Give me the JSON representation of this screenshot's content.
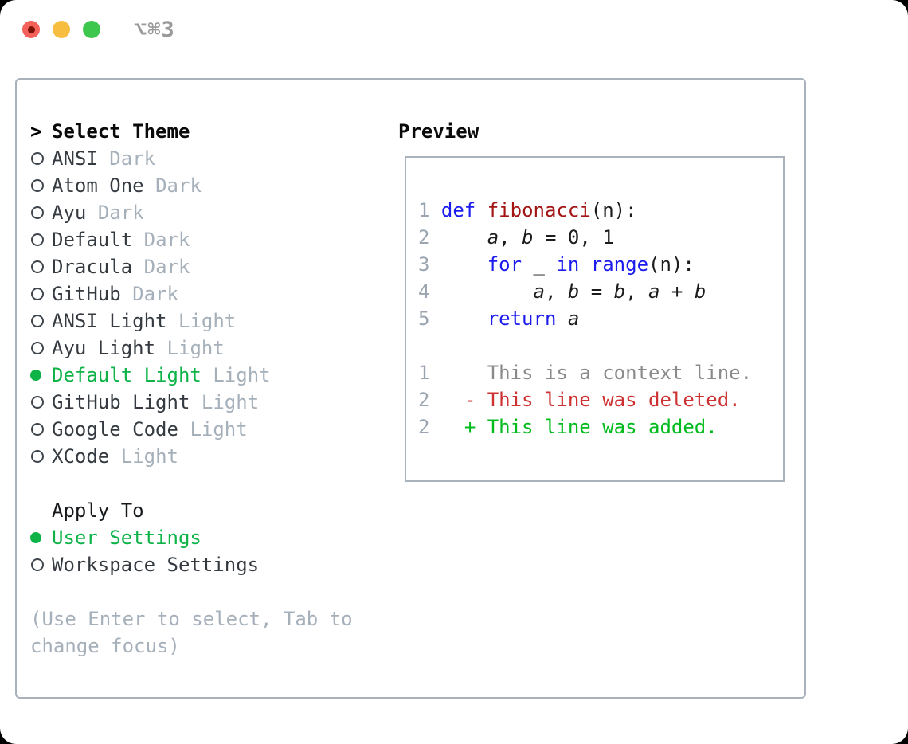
{
  "window": {
    "titlebar": {
      "shortcut": "⌥⌘3"
    }
  },
  "theme_list": {
    "cursor": ">",
    "header": "Select Theme",
    "items": [
      {
        "name": "ANSI",
        "tag": "Dark",
        "selected": false
      },
      {
        "name": "Atom One",
        "tag": "Dark",
        "selected": false
      },
      {
        "name": "Ayu",
        "tag": "Dark",
        "selected": false
      },
      {
        "name": "Default",
        "tag": "Dark",
        "selected": false
      },
      {
        "name": "Dracula",
        "tag": "Dark",
        "selected": false
      },
      {
        "name": "GitHub",
        "tag": "Dark",
        "selected": false
      },
      {
        "name": "ANSI Light",
        "tag": "Light",
        "selected": false
      },
      {
        "name": "Ayu Light",
        "tag": "Light",
        "selected": false
      },
      {
        "name": "Default Light",
        "tag": "Light",
        "selected": true
      },
      {
        "name": "GitHub Light",
        "tag": "Light",
        "selected": false
      },
      {
        "name": "Google Code",
        "tag": "Light",
        "selected": false
      },
      {
        "name": "XCode",
        "tag": "Light",
        "selected": false
      }
    ]
  },
  "apply_to": {
    "header": "Apply To",
    "options": [
      {
        "name": "User Settings",
        "selected": true
      },
      {
        "name": "Workspace Settings",
        "selected": false
      }
    ]
  },
  "hint": {
    "line1": "(Use Enter to select, Tab to",
    "line2": "change focus)"
  },
  "preview": {
    "title": "Preview",
    "lines": [
      [],
      [
        [
          "ln",
          "1 "
        ],
        [
          "kw",
          "def"
        ],
        [
          "pl",
          " "
        ],
        [
          "fn",
          "fibonacci"
        ],
        [
          "pl",
          "(n):"
        ]
      ],
      [
        [
          "ln",
          "2 "
        ],
        [
          "pl",
          "    "
        ],
        [
          "var",
          "a"
        ],
        [
          "pl",
          ", "
        ],
        [
          "var",
          "b"
        ],
        [
          "pl",
          " = 0, 1"
        ]
      ],
      [
        [
          "ln",
          "3 "
        ],
        [
          "pl",
          "    "
        ],
        [
          "kw",
          "for"
        ],
        [
          "pl",
          " _ "
        ],
        [
          "kw",
          "in"
        ],
        [
          "pl",
          " "
        ],
        [
          "kw",
          "range"
        ],
        [
          "pl",
          "(n):"
        ]
      ],
      [
        [
          "ln",
          "4 "
        ],
        [
          "pl",
          "        "
        ],
        [
          "var",
          "a"
        ],
        [
          "pl",
          ", "
        ],
        [
          "var",
          "b"
        ],
        [
          "pl",
          " = "
        ],
        [
          "var",
          "b"
        ],
        [
          "pl",
          ", "
        ],
        [
          "var",
          "a"
        ],
        [
          "pl",
          " + "
        ],
        [
          "var",
          "b"
        ]
      ],
      [
        [
          "ln",
          "5 "
        ],
        [
          "pl",
          "    "
        ],
        [
          "kw",
          "return"
        ],
        [
          "pl",
          " "
        ],
        [
          "var",
          "a"
        ]
      ],
      [],
      [
        [
          "ln",
          "1 "
        ],
        [
          "ctx",
          "    This is a context line."
        ]
      ],
      [
        [
          "ln",
          "2 "
        ],
        [
          "pl",
          "  "
        ],
        [
          "del",
          "- This line was deleted."
        ]
      ],
      [
        [
          "ln",
          "2 "
        ],
        [
          "pl",
          "  "
        ],
        [
          "add",
          "+ This line was added."
        ]
      ]
    ]
  },
  "colors": {
    "accent-green": "#0eb348",
    "panel-border": "#a9b1bb",
    "item-text": "#343a40",
    "muted": "#a6b0ba",
    "header-text": "#0a0a0a",
    "titlebar-shortcut": "#9a9a9a",
    "traffic-red": "#f4605a",
    "traffic-red-dot": "#7c1206",
    "traffic-yellow": "#f7bd40",
    "traffic-green": "#3dc84d",
    "code-ln": "#9aa5b1",
    "code-kw": "#1b1bee",
    "code-fn": "#a31515",
    "code-pl": "#1c1c1c",
    "code-ctx": "#8a8a8a",
    "code-del": "#cd3131",
    "code-add": "#00bb1c"
  }
}
